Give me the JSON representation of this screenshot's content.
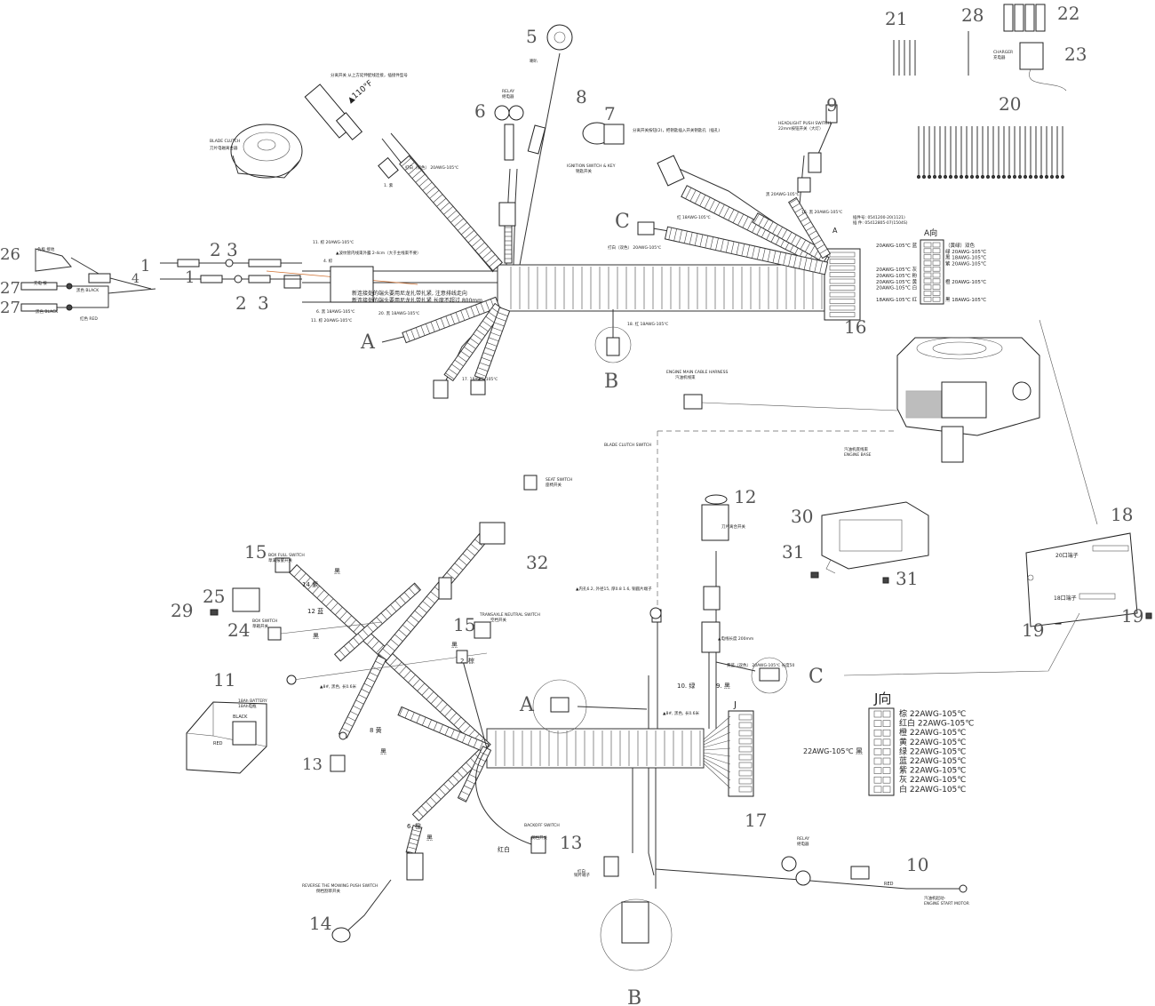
{
  "numbers": {
    "n1": "1",
    "n2": "2",
    "n3": "3",
    "n4": "4",
    "n5": "5",
    "n6": "6",
    "n7": "7",
    "n8": "8",
    "n9": "9",
    "n10": "10",
    "n11": "11",
    "n12": "12",
    "n13": "13",
    "n14": "14",
    "n15": "15",
    "n16": "16",
    "n17": "17",
    "n18": "18",
    "n19": "19",
    "n20": "20",
    "n21": "21",
    "n22": "22",
    "n23": "23",
    "n24": "24",
    "n25": "25",
    "n26": "26",
    "n27": "27",
    "n28": "28",
    "n29": "29",
    "n30": "30",
    "n31": "31",
    "n32": "32"
  },
  "markers": {
    "A": "A",
    "B": "B",
    "C": "C",
    "J": "J"
  },
  "components": {
    "blade_clutch": {
      "en": "BLADE CLUTCH",
      "cn": "刀片电磁离合器"
    },
    "horn": "喇叭",
    "relay_top": {
      "en": "RELAY",
      "cn": "继电器"
    },
    "ignition": {
      "en": "IGNITION SWITCH & KEY",
      "cn": "钥匙开关"
    },
    "headlight": {
      "en": "HEADLIGHT PUSH SWITCH",
      "cn": "22mm按钮开关（大灯）"
    },
    "charger": {
      "en": "CHARGER",
      "cn": "充电器"
    },
    "engine_harness": {
      "en": "ENGINE MAIN CABLE HARNESS",
      "cn": "汽油机线束"
    },
    "engine": {
      "cn": "汽油机底线束",
      "en": "ENGINE BASE"
    },
    "blade_clutch_switch": "BLADE CLUTCH SWITCH",
    "seat_switch": {
      "en": "SEAT SWITCH",
      "cn": "座椅开关"
    },
    "box_full": {
      "en": "BOX FULL SWITCH",
      "cn": "草满报警开关"
    },
    "box_switch": {
      "en": "BOX SWITCH",
      "cn": "草箱开关"
    },
    "transaxle": {
      "en": "TRANSAXLE NEUTRAL SWITCH",
      "cn": "空档开关"
    },
    "battery": {
      "en": "18Ah BATTERY",
      "cn": "18Ah电瓶",
      "black": "BLACK",
      "red": "RED"
    },
    "backoff": {
      "en": "BACKOFF SWITCH",
      "cn": "倒档开关"
    },
    "reverse": {
      "en": "REVERSE THE MOWING PUSH SWITCH",
      "cn": "倒档割草开关"
    },
    "relay_bottom": {
      "en": "RELAY",
      "cn": "继电器"
    },
    "engine_start": {
      "cn": "汽油机起动-",
      "en": "ENGINE START MOTOR"
    },
    "module_20c": "20口端子",
    "module_18c": "18口端子",
    "clutch_cn": "刀片离合开关",
    "red_cn": "红白",
    "red_label": "RED",
    "module_note": "▲电线长度 200mm"
  },
  "wire_labels": {
    "w1": "1. 紫",
    "w_top": "打白（双色） 20AWG-105℃",
    "w_brown": "4. 棕",
    "w11a": "11. 棕 20AWG-105℃",
    "w11b": "11. 棕 20AWG-105℃",
    "w6": "6. 黑 18AWG-105℃",
    "w20": "20. 黑 18AWG-105℃",
    "w17": "17. 18AWG-105℃",
    "w18": "18. 红 18AWG-105℃",
    "w16": "16. 黑 20AWG-105℃",
    "w_tube_note": "▲波纹管内线束外露 2-4cm（大于主线束不要）",
    "w_black": "黑 20AWG-105℃",
    "w_red": "红 18AWG-105℃",
    "w_white_red": "打白（双色） 20AWG-105℃",
    "w14": "14 紫",
    "w12": "12 蓝",
    "w_black2": "黑",
    "w2": "2. 棕",
    "w8": "8 黄",
    "w6b": "6. 橙",
    "w_red2": "红白",
    "w10": "10. 绿",
    "w9": "9. 黑",
    "w_j_black": "22AWG-105℃ 黑",
    "w_cn_note": "▲内孔6.2, 外径15, 厚0.8 1.6, 铜圆片端子",
    "w_c_wire": "黄蓝（双色） 20AWG-105℃ 长度50",
    "w_a_arrow": "A",
    "w_cheng": "铜片端子",
    "w_bottom_note": "▲8#, 黑色, 长0.6米"
  },
  "a_view": {
    "title": "A向",
    "left": [
      "20AWG-105℃ 蓝",
      "",
      "",
      "",
      "20AWG-105℃ 灰",
      "20AWG-105℃ 粉",
      "20AWG-105℃ 黄",
      "20AWG-105℃ 白",
      "",
      "18AWG-105℃ 红"
    ],
    "right": [
      "（黄绿）双色",
      "绿 20AWG-105℃",
      "黑 18AWG-105℃",
      "紫 20AWG-105℃",
      "",
      "",
      "橙 20AWG-105℃",
      "",
      "",
      "黑 18AWG-105℃"
    ]
  },
  "j_view": {
    "title": "J向",
    "rows": [
      "棕 22AWG-105℃",
      "红白 22AWG-105℃",
      "橙 22AWG-105℃",
      "黄 22AWG-105℃",
      "绿 22AWG-105℃",
      "蓝 22AWG-105℃",
      "紫 22AWG-105℃",
      "灰 22AWG-105℃",
      "白 22AWG-105℃"
    ]
  },
  "notes": {
    "top_note": "分离开关 从上方延伸配线连接，插接件型号",
    "part_code": "插件号: 0541200-20(1121)",
    "part_code2": "插 件: 05412805-07(1504S)",
    "ign_note": "分离开关按钮(2)，把钥匙插入开关钥匙孔（插孔)",
    "clutch_tag": "▲110°F",
    "harness_note": "新连接处的端头要用尼龙扎带扎紧, 注意排线走向",
    "harness_note2": "新连接处的端头要用尼龙扎带扎紧 长度不超过 800mm",
    "left_labels": [
      "负极 接地",
      "充电 接",
      "黑色 BLACK"
    ],
    "wire_tag_black": "黑色 BLACK",
    "wire_tag_red": "红色 RED"
  }
}
